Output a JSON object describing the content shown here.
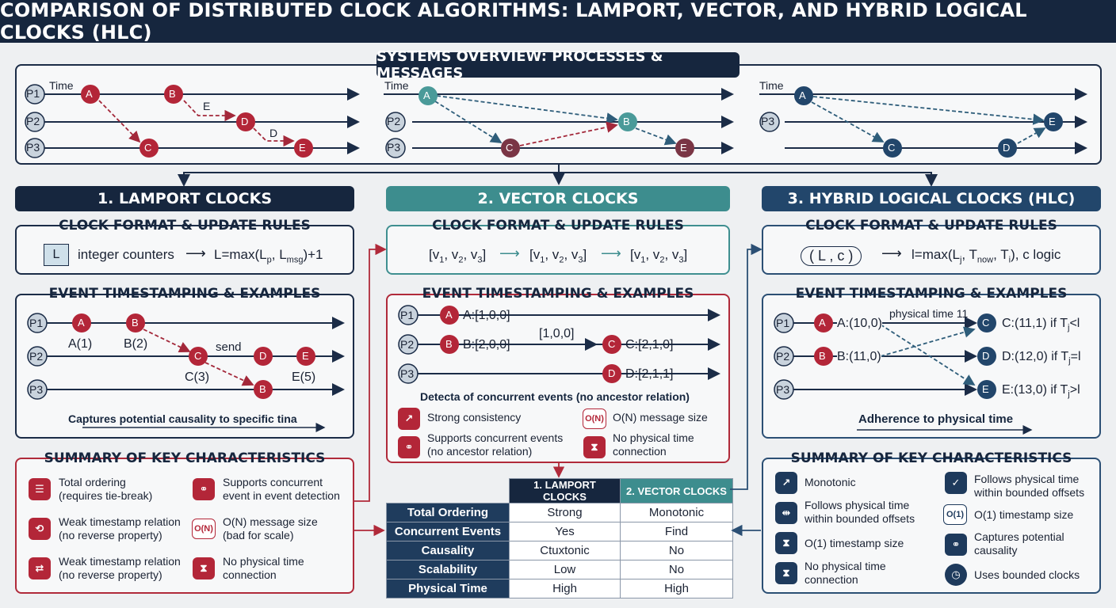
{
  "title": "COMPARISON OF DISTRIBUTED CLOCK ALGORITHMS: LAMPORT, VECTOR, AND HYBRID LOGICAL CLOCKS (HLC)",
  "overview": {
    "header": "SYSTEMS OVERVIEW: PROCESSES & MESSAGES",
    "time_label": "Time",
    "d1": {
      "p1": "P1",
      "p2": "P2",
      "p3": "P3",
      "msg_e": "E",
      "msg_d": "D"
    },
    "d2": {
      "p2": "P2",
      "p3": "P3"
    },
    "d3": {
      "p3": "P3"
    },
    "events": {
      "a": "A",
      "b": "B",
      "c": "C",
      "d": "D",
      "e": "E"
    }
  },
  "lamport": {
    "header": "1. LAMPORT CLOCKS",
    "format_title": "CLOCK FORMAT & UPDATE RULES",
    "format_box": "L",
    "format_text": "integer counters",
    "format_rule": "L=max(L",
    "rule_sub1": "p",
    "rule_mid": ", L",
    "rule_sub2": "msg",
    "rule_end": ")+1",
    "events_title": "EVENT TIMESTAMPING & EXAMPLES",
    "labels": {
      "a": "A(1)",
      "b": "B(2)",
      "c": "C(3)",
      "e": "E(5)",
      "send": "send"
    },
    "note": "Captures potential causality to specific tina",
    "summary_title": "SUMMARY OF KEY CHARACTERISTICS",
    "summary": [
      {
        "icon": "list-icon",
        "text": "Total ordering\n(requires tie-break)"
      },
      {
        "icon": "share-icon",
        "text": "Supports concurrent\nevent in event detection"
      },
      {
        "icon": "history-icon",
        "text": "Weak timestamp relation\n(no reverse property)"
      },
      {
        "icon": "on-icon",
        "icon_text": "O(N)",
        "text": "O(N) message size\n(bad for scale)"
      },
      {
        "icon": "swap-icon",
        "text": "Weak timestamp relation\n(no reverse property)"
      },
      {
        "icon": "hourglass-icon",
        "text": "No physical time\nconnection"
      }
    ]
  },
  "vector": {
    "header": "2. VECTOR CLOCKS",
    "format_title": "CLOCK FORMAT & UPDATE RULES",
    "vec": "[v",
    "vec_s1": "1",
    "vec_c1": ", v",
    "vec_s2": "2",
    "vec_c2": ", v",
    "vec_s3": "3",
    "vec_end": "]",
    "events_title": "EVENT TIMESTAMPING & EXAMPLES",
    "labels": {
      "a": "A:[1,0,0]",
      "b": "B:[2,0,0]",
      "msg": "[1,0,0]",
      "c": "C:[2,1,0]",
      "d": "D:[2,1,1]"
    },
    "note": "Detecta of concurrent events (no ancestor relation)",
    "features": [
      {
        "text": "Strong consistency"
      },
      {
        "icon_text": "O(N)",
        "text": "O(N) message size"
      },
      {
        "text": "Supports concurrent events\n(no ancestor relation)"
      },
      {
        "text": "No physical time\nconnection"
      }
    ]
  },
  "hlc": {
    "header": "3. HYBRID LOGICAL CLOCKS (HLC)",
    "format_title": "CLOCK FORMAT & UPDATE RULES",
    "format_tuple": "( L ,  c )",
    "rule_a": "l=max(L",
    "rule_s1": "j",
    "rule_b": ", T",
    "rule_s2": "now",
    "rule_c": ", T",
    "rule_s3": "i",
    "rule_d": "), c logic",
    "events_title": "EVENT TIMESTAMPING & EXAMPLES",
    "labels": {
      "a": "A:(10,0)",
      "b": "B:(11,0)",
      "phys": "physical time 11",
      "c": "C:(11,1) if T",
      "c_s": "j",
      "c_e": "<l",
      "d": "D:(12,0) if T",
      "d_s": "j",
      "d_e": "=l",
      "e": "E:(13,0) if T",
      "e_s": "j",
      "e_e": ">l"
    },
    "note": "Adherence to physical time",
    "summary_title": "SUMMARY OF KEY CHARACTERISTICS",
    "summary": [
      {
        "text": "Monotonic"
      },
      {
        "text": "Follows physical time\nwithin bounded offsets"
      },
      {
        "text": "Follows physical time\nwithin bounded offsets"
      },
      {
        "icon_text": "O(1)",
        "text": "O(1) timestamp size"
      },
      {
        "text": "O(1) timestamp size"
      },
      {
        "text": "Captures potential\ncausality"
      },
      {
        "text": "No physical time\nconnection"
      },
      {
        "text": "Uses bounded clocks"
      }
    ]
  },
  "table": {
    "col1": "1. LAMPORT CLOCKS",
    "col2": "2. VECTOR CLOCKS",
    "rows": [
      {
        "label": "Total Ordering",
        "c1": "Strong",
        "c2": "Monotonic"
      },
      {
        "label": "Concurrent Events",
        "c1": "Yes",
        "c2": "Find"
      },
      {
        "label": "Causality",
        "c1": "Ctuxtonic",
        "c2": "No"
      },
      {
        "label": "Scalability",
        "c1": "Low",
        "c2": "No"
      },
      {
        "label": "Physical Time",
        "c1": "High",
        "c2": "High"
      }
    ]
  },
  "colors": {
    "navy": "#16263e",
    "teal": "#3d8d8e",
    "red": "#b32638",
    "blue": "#22466b"
  }
}
